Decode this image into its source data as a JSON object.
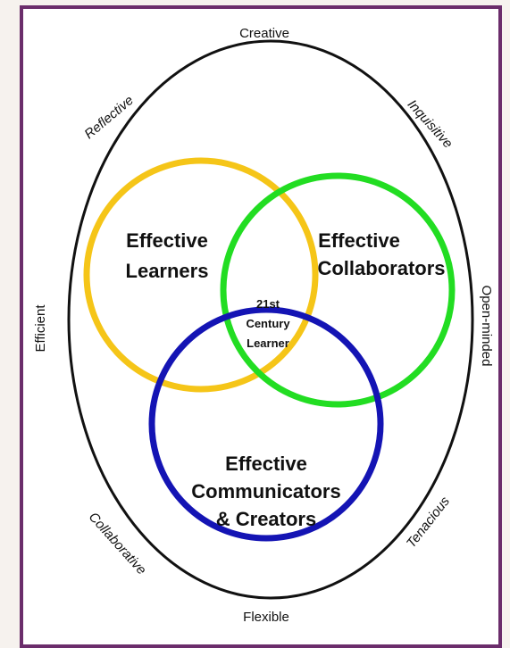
{
  "colors": {
    "frame": "#6b2d6b",
    "outer_circle": "#111111",
    "learners": "#f5c518",
    "collaborators": "#22dd22",
    "communicators": "#1414b4"
  },
  "traits": {
    "top": "Creative",
    "bottom": "Flexible",
    "left": "Efficient",
    "right": "Open-minded",
    "upper_left": "Reflective",
    "upper_right": "Inquisitive",
    "lower_left": "Collaborative",
    "lower_right": "Tenacious"
  },
  "groups": {
    "learners": {
      "line1": "Effective",
      "line2": "Learners"
    },
    "collaborators": {
      "line1": "Effective",
      "line2": "Collaborators"
    },
    "communicators": {
      "line1": "Effective",
      "line2": "Communicators",
      "line3": "& Creators"
    }
  },
  "center": {
    "line1": "21st",
    "line2": "Century",
    "line3": "Learner"
  }
}
